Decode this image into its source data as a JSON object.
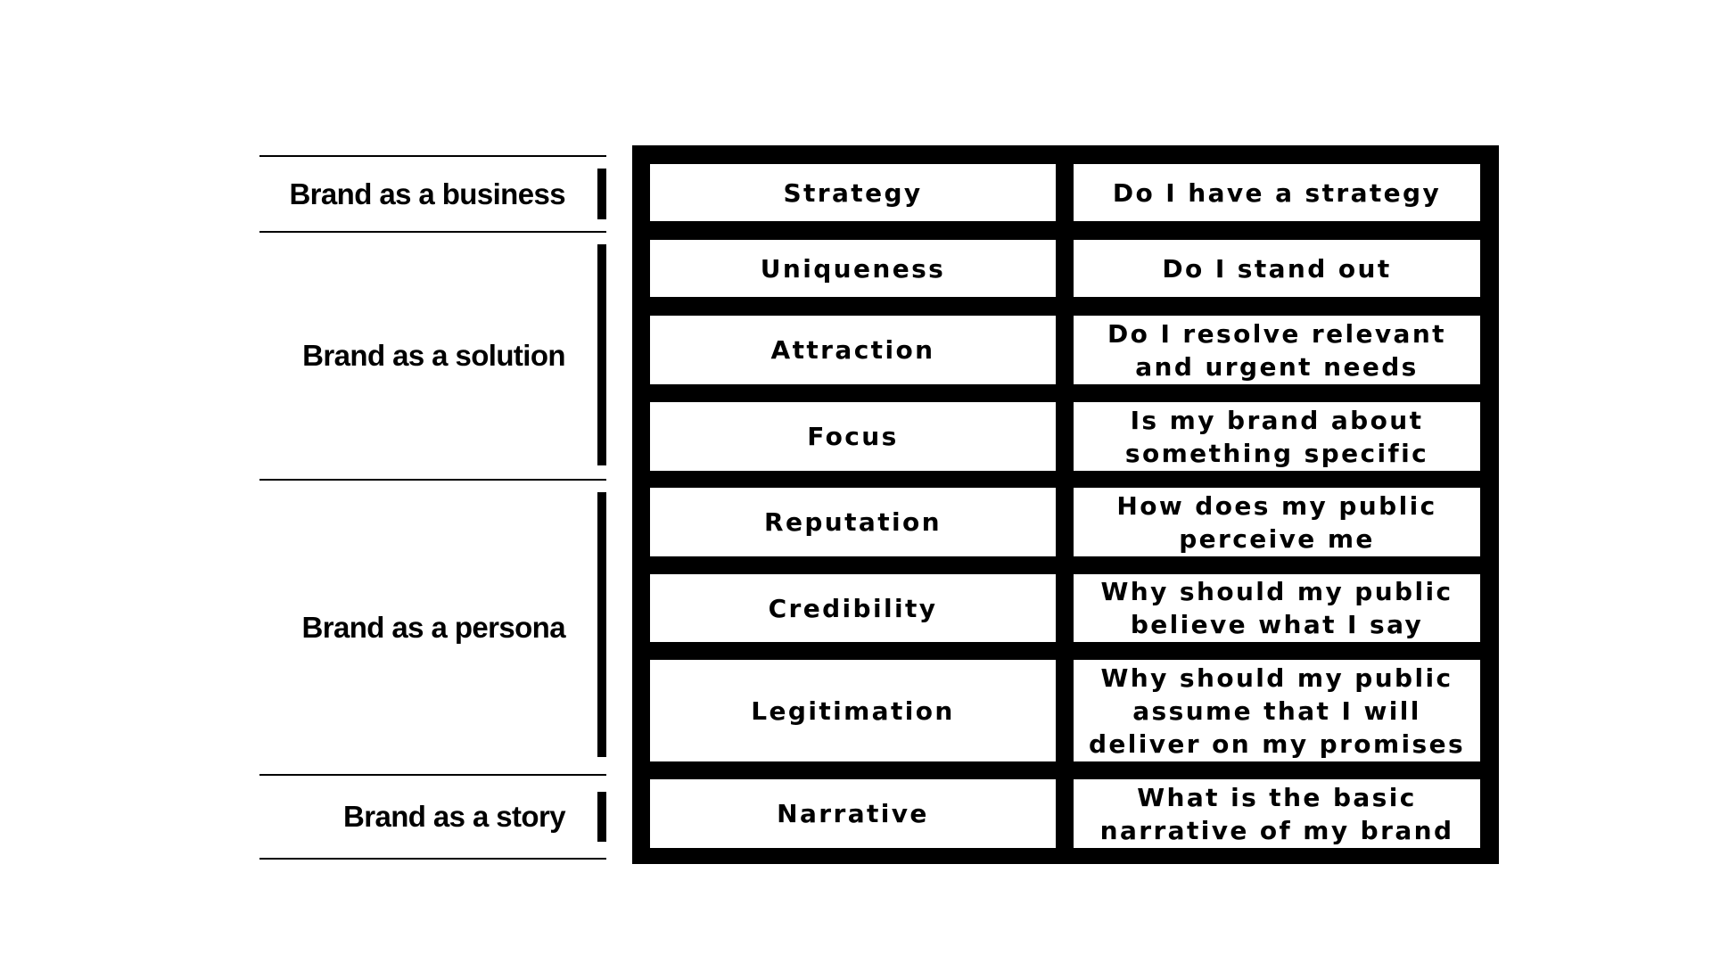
{
  "groups": [
    {
      "label": "Brand as a business"
    },
    {
      "label": "Brand as a solution"
    },
    {
      "label": "Brand as a persona"
    },
    {
      "label": "Brand as a story"
    }
  ],
  "rows": [
    {
      "dimension": "Strategy",
      "question": "Do I have a strategy"
    },
    {
      "dimension": "Uniqueness",
      "question": "Do I stand out"
    },
    {
      "dimension": "Attraction",
      "question": "Do I resolve relevant and urgent needs"
    },
    {
      "dimension": "Focus",
      "question": "Is my brand about something specific"
    },
    {
      "dimension": "Reputation",
      "question": "How does my public perceive me"
    },
    {
      "dimension": "Credibility",
      "question": "Why should my public believe what I say"
    },
    {
      "dimension": "Legitimation",
      "question": "Why should my public assume that I will deliver on my promises"
    },
    {
      "dimension": "Narrative",
      "question": "What is the basic narrative of my brand"
    }
  ]
}
